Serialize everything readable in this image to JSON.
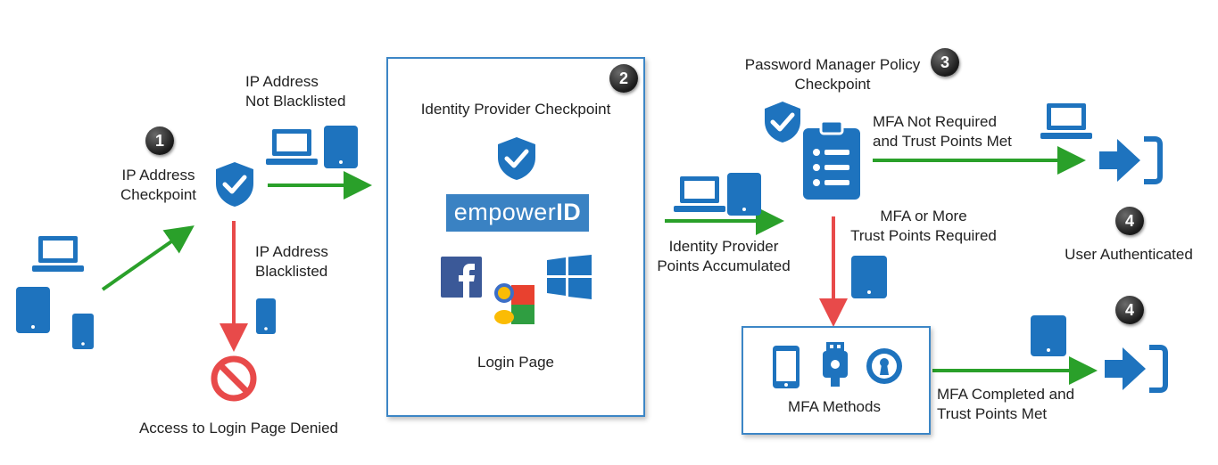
{
  "labels": {
    "ip_checkpoint": [
      "IP Address",
      "Checkpoint"
    ],
    "ip_not_blacklisted": [
      "IP Address",
      "Not Blacklisted"
    ],
    "ip_blacklisted": [
      "IP Address",
      "Blacklisted"
    ],
    "access_denied": "Access to Login Page Denied",
    "idp_checkpoint": "Identity Provider Checkpoint",
    "login_page": "Login Page",
    "idp_points": [
      "Identity Provider",
      "Points Accumulated"
    ],
    "pm_policy": [
      "Password Manager Policy",
      "Checkpoint"
    ],
    "mfa_not_required": [
      "MFA Not Required",
      "and Trust Points Met"
    ],
    "mfa_or_more": [
      "MFA or More",
      "Trust Points Required"
    ],
    "user_authenticated": "User Authenticated",
    "mfa_methods": "MFA Methods",
    "mfa_completed": [
      "MFA Completed and",
      "Trust Points Met"
    ]
  },
  "brand": {
    "prefix": "empower",
    "suffix": "ID"
  },
  "badges": {
    "b1": "1",
    "b2": "2",
    "b3": "3",
    "b4a": "4",
    "b4b": "4"
  },
  "colors": {
    "blue": "#1e73be",
    "green": "#2aa02a",
    "red": "#e84a4a"
  }
}
